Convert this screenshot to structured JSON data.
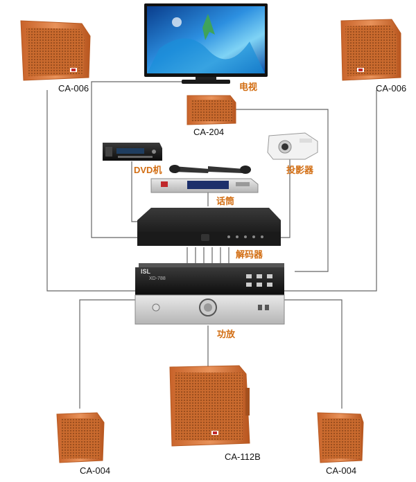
{
  "labels": {
    "tv": "电视",
    "dvd": "DVD机",
    "projector": "投影器",
    "microphone": "话筒",
    "decoder": "解码器",
    "amplifier": "功放",
    "speaker_top_left": "CA-006",
    "speaker_top_right": "CA-006",
    "center_speaker": "CA-204",
    "speaker_bottom_left": "CA-004",
    "speaker_bottom_right": "CA-004",
    "subwoofer": "CA-112B"
  },
  "device_text": {
    "amp_brand": "ISL",
    "amp_model": "XD-788",
    "speaker_badge": "ISL"
  },
  "colors": {
    "wire": "#666666",
    "speaker_wood": "#d9793a",
    "speaker_edge": "#b85a22",
    "label_accent": "#d26d12"
  }
}
